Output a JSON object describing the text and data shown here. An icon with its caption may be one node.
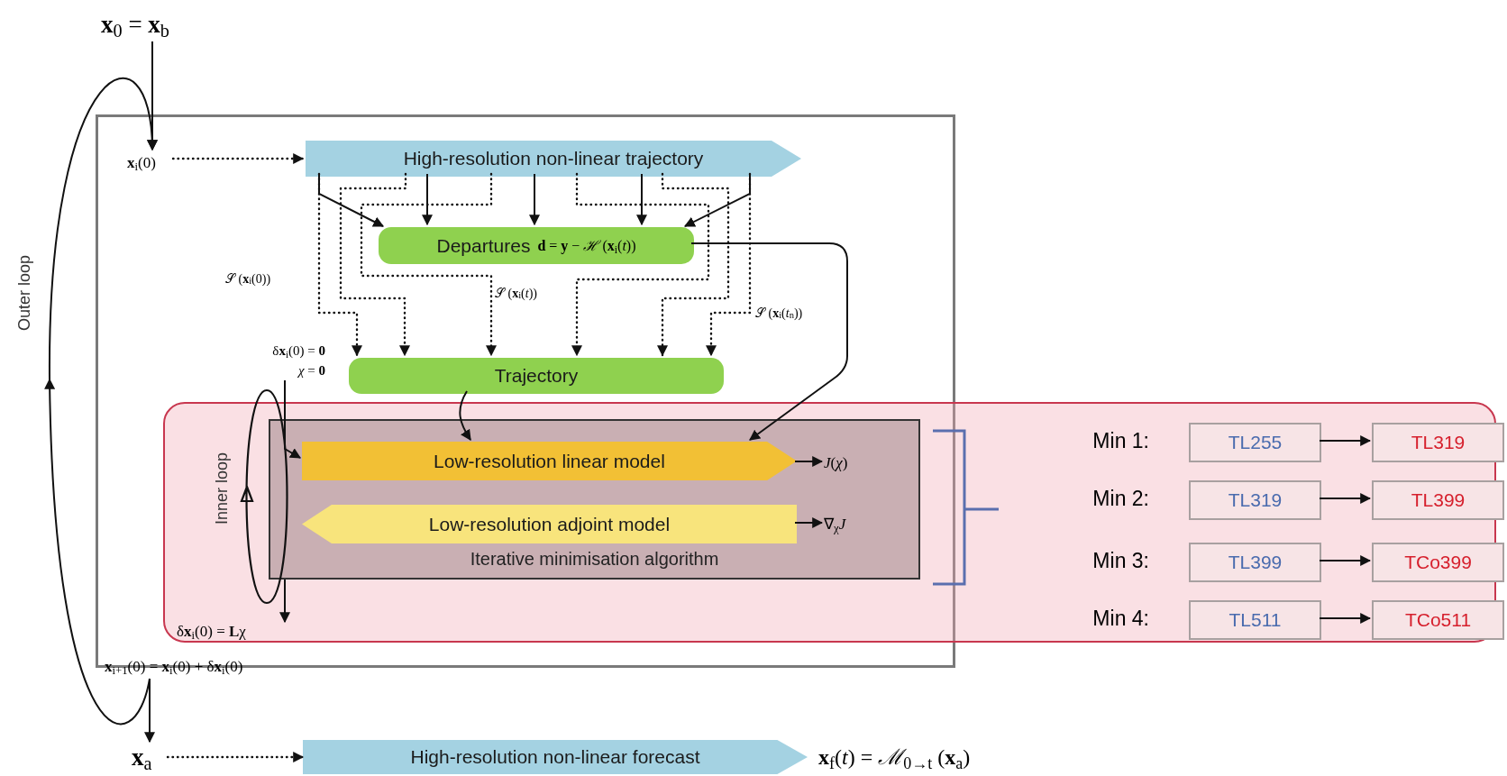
{
  "diagram": {
    "nodes": [
      {
        "text": [
          "**x**$_{0}$ = **x**$_{b}$"
        ]
      },
      {
        "text": [],
        "shape": "box"
      },
      {
        "text": [
          "**x**$_{i}$(0)"
        ],
        "in": 1
      },
      {
        "text": [
          "High-resolution non-linear trajectory"
        ],
        "in": 1
      },
      {
        "text": [
          "Departures",
          "**d** = **y** − *ℋ* (**x**$_{i}$(*t*))"
        ],
        "in": 1
      },
      {
        "text": [
          "δ**x**$_{i}$(0) = **0**",
          "*χ* = **0**"
        ],
        "in": 1
      },
      {
        "text": [
          "Trajectory"
        ],
        "in": 1
      },
      {
        "text": [],
        "shape": "box"
      },
      {
        "text": [
          "Iterative minimisation algorithm"
        ]
      },
      {
        "text": [
          "Low-resolution linear model"
        ],
        "in": 8
      },
      {
        "text": [
          "*J*(*χ*)"
        ],
        "in": 8
      },
      {
        "text": [
          "Low-resolution adjoint model"
        ],
        "in": 8
      },
      {
        "text": [
          "∇$_{χ}$*J*"
        ],
        "in": 8
      },
      {
        "text": [
          "TL255"
        ],
        "in": 7
      },
      {
        "text": [
          "TL319"
        ],
        "in": 7
      },
      {
        "text": [
          "TL319"
        ],
        "in": 7
      },
      {
        "text": [
          "TL399"
        ],
        "in": 7
      },
      {
        "text": [
          "TL399"
        ],
        "in": 7
      },
      {
        "text": [
          "TCo399"
        ],
        "in": 7
      },
      {
        "text": [
          "TL511"
        ],
        "in": 7
      },
      {
        "text": [
          "TCo511"
        ],
        "in": 7
      },
      {
        "text": [
          "δ**x**$_{i}$(0) = **L**χ"
        ]
      },
      {
        "text": [
          "**x**$_{i+1}$(0) = **x**$_{i}$(0) + δ**x**$_{i}$(0)"
        ]
      },
      {
        "text": [
          "**x**$_{a}$"
        ]
      },
      {
        "text": [
          "High-resolution non-linear forecast"
        ],
        "beside": [
          "**x**$_{f}$(*t*) = *ℳ*$_{0→t}$ (**x**$_{a}$)"
        ]
      }
    ],
    "edges": [
      {
        "from": 0,
        "to": 2,
        "arrow": "to"
      },
      {
        "from": 2,
        "to": 3,
        "arrow": "to",
        "style": "dashed"
      },
      {
        "from": 3,
        "to": 4,
        "arrow": "to"
      },
      {
        "from": 3,
        "to": 4,
        "arrow": "to"
      },
      {
        "from": 3,
        "to": 4,
        "arrow": "to"
      },
      {
        "from": 3,
        "to": 4,
        "arrow": "to"
      },
      {
        "from": 3,
        "to": 4,
        "arrow": "to"
      },
      {
        "from": 3,
        "to": 6,
        "arrow": "to",
        "style": "dashed"
      },
      {
        "from": 3,
        "to": 6,
        "arrow": "to",
        "style": "dashed"
      },
      {
        "from": 3,
        "to": 6,
        "arrow": "to",
        "style": "dashed"
      },
      {
        "from": 3,
        "to": 6,
        "arrow": "to",
        "style": "dashed"
      },
      {
        "from": 3,
        "to": 6,
        "arrow": "to",
        "style": "dashed"
      },
      {
        "from": 3,
        "to": 6,
        "arrow": "to",
        "style": "dashed"
      },
      {
        "from": 4,
        "to": 9,
        "arrow": "to"
      },
      {
        "from": 6,
        "to": 9,
        "arrow": "to"
      },
      {
        "from": 9,
        "to": 10,
        "arrow": "to"
      },
      {
        "from": 11,
        "to": 12,
        "arrow": "to"
      },
      {
        "from": 5,
        "to": 9,
        "arrow": "to"
      },
      {
        "from": 8,
        "to": 21,
        "arrow": "to"
      },
      {
        "from": 13,
        "to": 14,
        "arrow": "to"
      },
      {
        "from": 15,
        "to": 16,
        "arrow": "to"
      },
      {
        "from": 17,
        "to": 18,
        "arrow": "to"
      },
      {
        "from": 19,
        "to": 20,
        "arrow": "to"
      },
      {
        "from": 22,
        "to": 2,
        "arrow": "to"
      },
      {
        "from": 22,
        "to": 23,
        "arrow": "to"
      },
      {
        "from": 23,
        "to": 24,
        "arrow": "to",
        "style": "dashed"
      }
    ],
    "labels": [
      "Outer loop",
      "Inner loop",
      "𝒮 (**x**$_{i}$(0))",
      "𝒮 (**x**$_{i}$(*t*))",
      "𝒮 (**x**$_{i}$(*t*$_{n}$))",
      "Min 1:",
      "Min 2:",
      "Min 3:",
      "Min 4:"
    ]
  }
}
